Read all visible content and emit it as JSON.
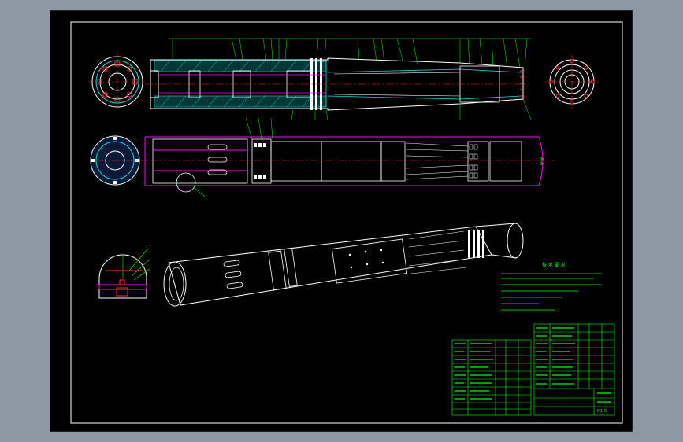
{
  "app": {
    "background": "#8e97a4",
    "sheet_background": "#000000"
  },
  "colors": {
    "frame": "#ffffff",
    "outline": "#ffffff",
    "hatch": "#00e0e0",
    "centerline": "#ff2020",
    "dimension": "#00ff00",
    "section_boundary": "#ff00ff",
    "highlight": "#ff3030",
    "table_line": "#00ff00",
    "table_text": "#00ff00",
    "note_text": "#00ff00"
  },
  "drawing": {
    "view_labels": {
      "section_mark": "A-A"
    },
    "notes": {
      "title": "技 术 要 求",
      "lines": [
        "",
        "",
        "",
        "",
        ""
      ]
    },
    "title_block": {
      "drawing_no": "D1-0"
    }
  }
}
